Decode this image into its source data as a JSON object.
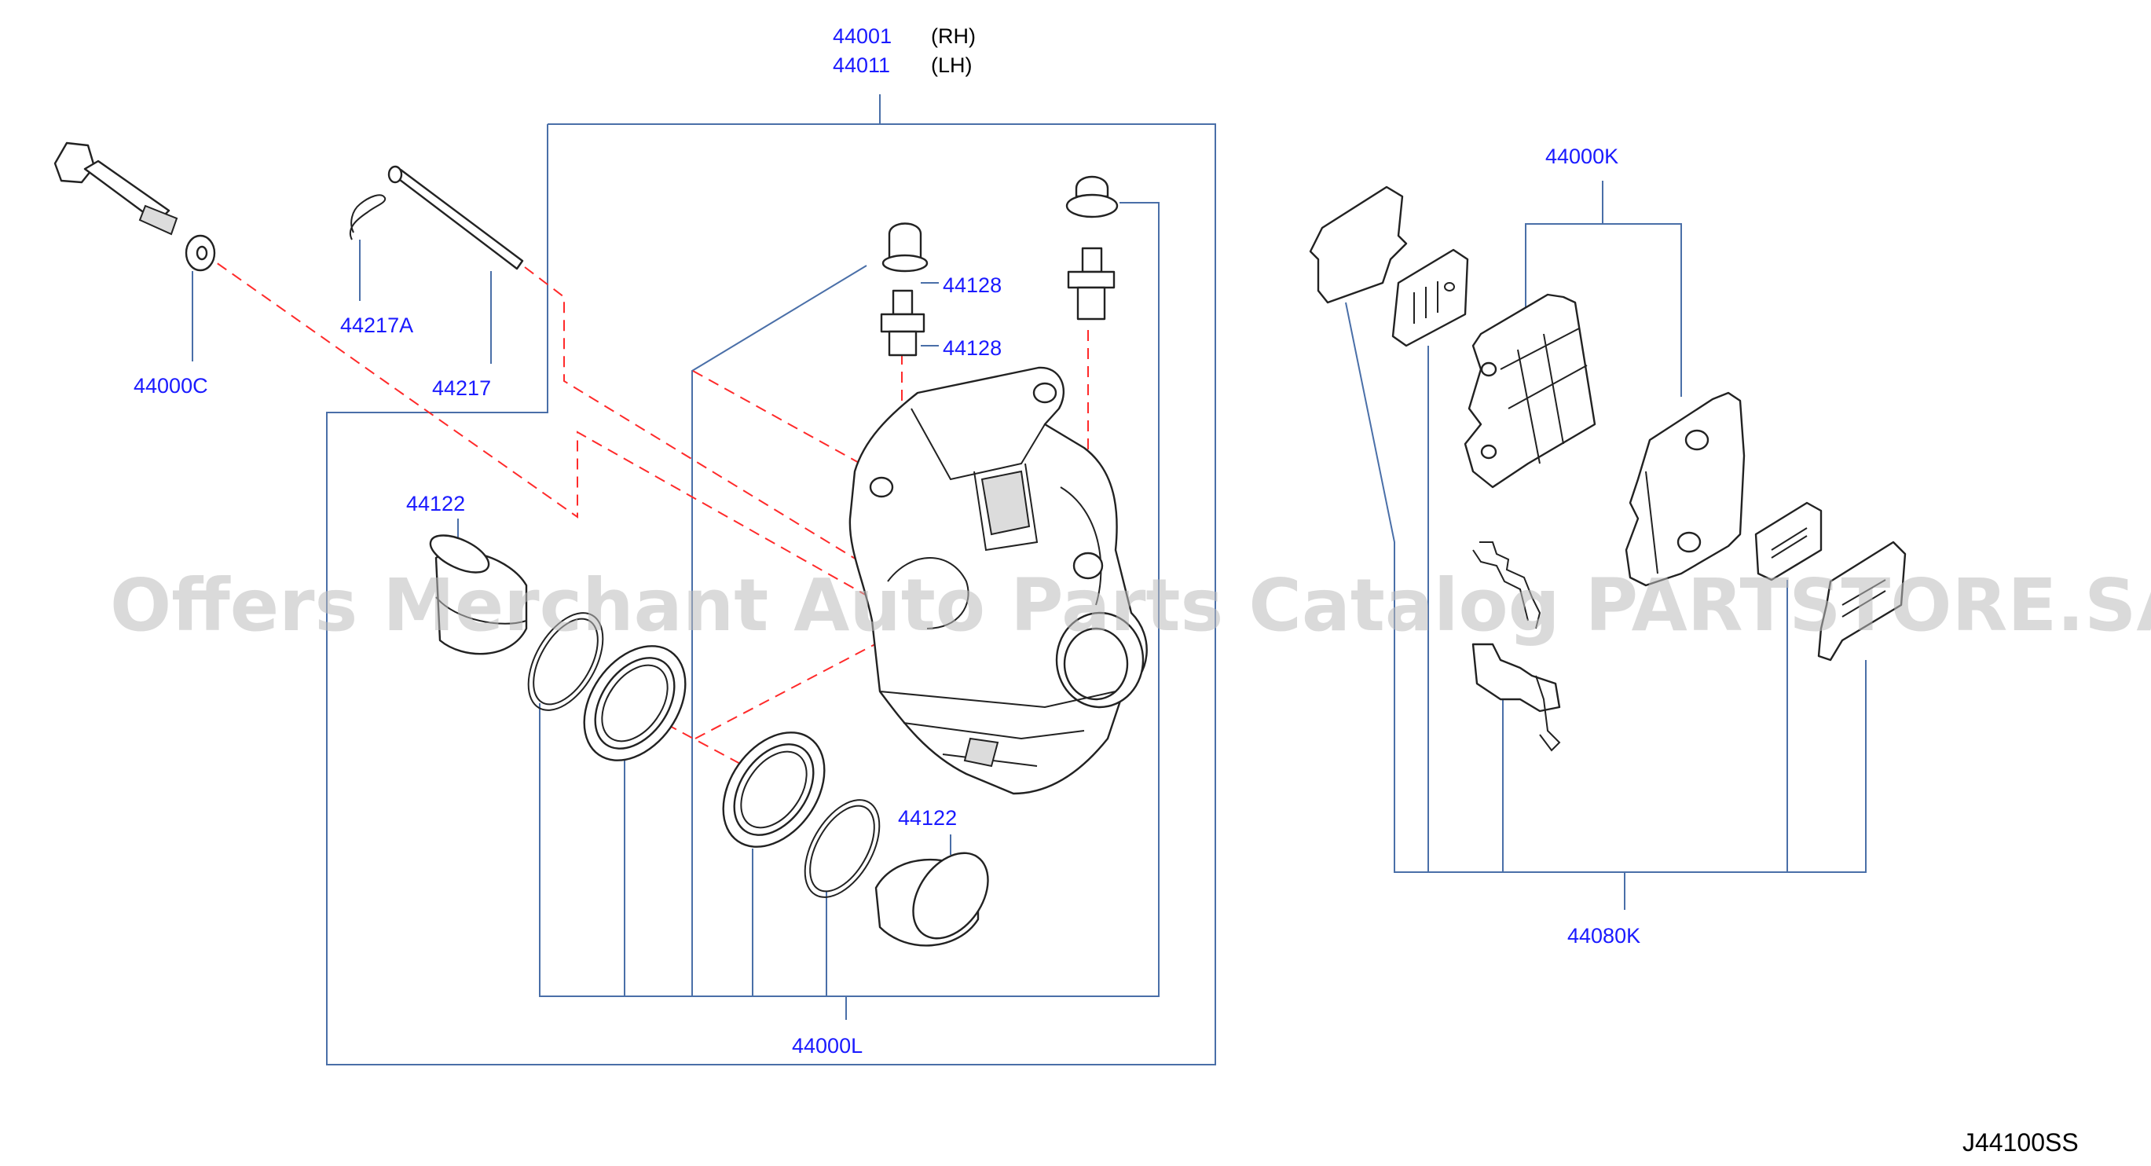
{
  "callouts": {
    "caliper_rh": "44001",
    "caliper_rh_side": "(RH)",
    "caliper_lh": "44011",
    "caliper_lh_side": "(LH)",
    "washer": "44000C",
    "clip": "44217A",
    "pin": "44217",
    "bleeder_cap": "44128",
    "bleeder_screw": "44128",
    "piston_upper": "44122",
    "piston_lower": "44122",
    "seal_kit": "44000L",
    "pad_kit": "44000K",
    "hardware_kit": "44080K"
  },
  "diagram_code": "J44100SS",
  "watermark": "Offers Merchant Auto Parts Catalog PARTSTORE.SA",
  "colors": {
    "callout_text": "#1a1aff",
    "leader_line": "#4a6fa8",
    "dashed_line": "#ff2a2a",
    "watermark": "#bdbdbd"
  }
}
